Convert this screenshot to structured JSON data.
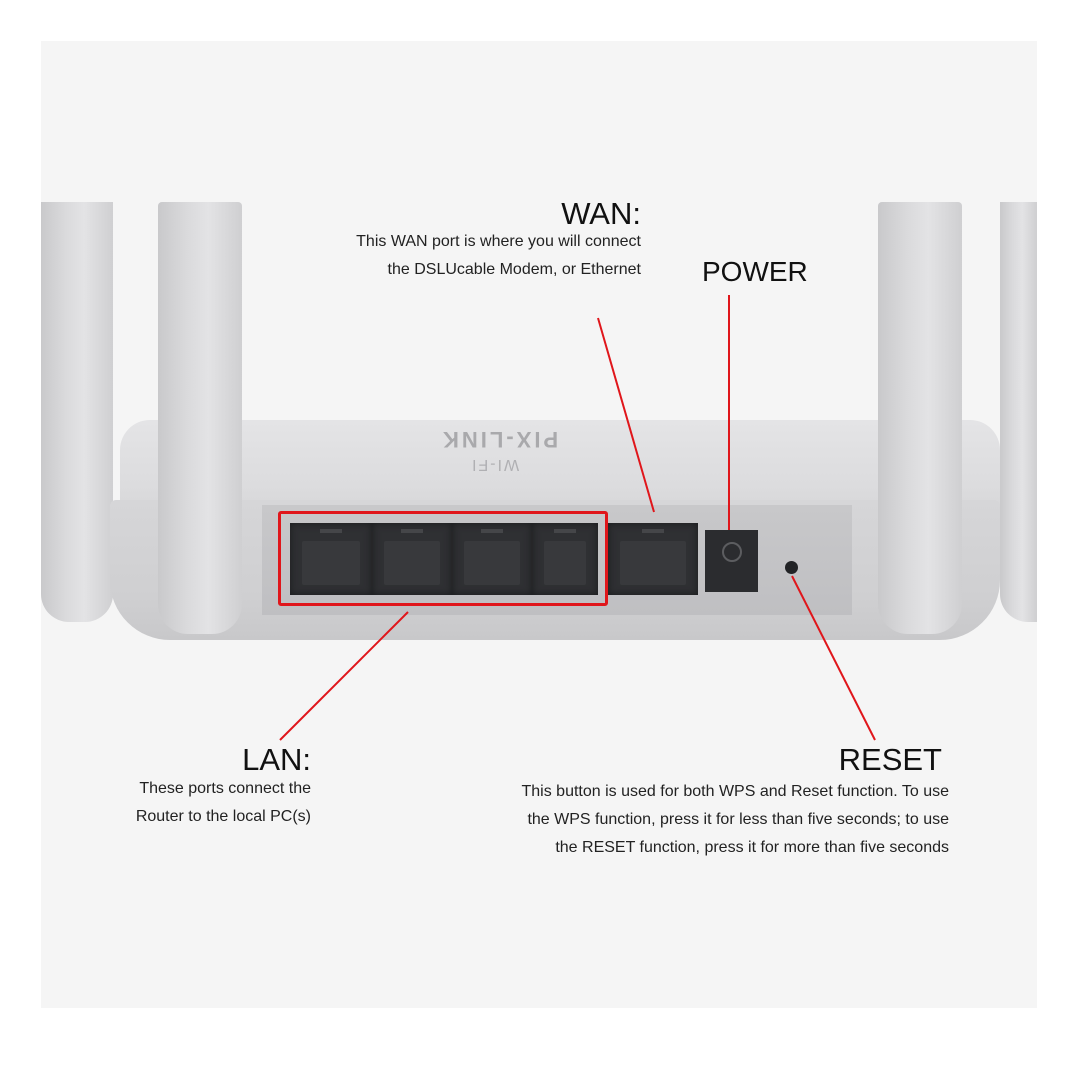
{
  "figure": {
    "subject": "Wireless router rear panel",
    "brand_text": "PIX-LINK",
    "brand_sub_text": "WI-FI",
    "accent_color": "#e0161b"
  },
  "callouts": {
    "wan": {
      "title": "WAN:",
      "description": [
        "This WAN port is where you will connect",
        "the DSLUcable Modem, or Ethernet"
      ]
    },
    "power": {
      "title": "POWER"
    },
    "lan": {
      "title": "LAN:",
      "description": [
        "These ports connect the",
        "Router to the local PC(s)"
      ]
    },
    "reset": {
      "title": "RESET",
      "description": [
        "This button is used for both WPS and Reset function. To use",
        "the WPS function, press it for less than five seconds; to use",
        "the RESET function, press it for more than five seconds"
      ]
    }
  },
  "ports": {
    "lan_count": 4,
    "wan_count": 1
  }
}
